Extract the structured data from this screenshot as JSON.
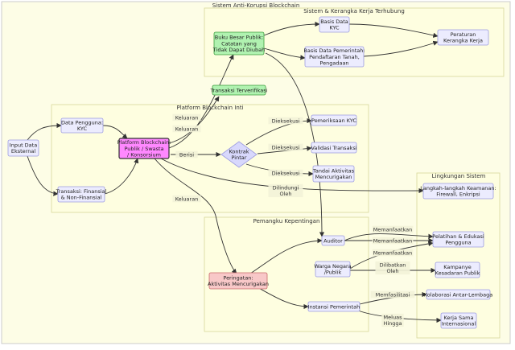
{
  "title": "Sistem Anti-Korupsi Blockchain",
  "clusters": {
    "kerangka": "Sistem & Kerangka Kerja Terhubung",
    "platform": "Platform Blockchain Inti",
    "pemangku": "Pemangku Kepentingan",
    "lingkungan": "Lingkungan Sistem"
  },
  "nodes": {
    "input": [
      "Input Data",
      "Eksternal"
    ],
    "data_pengguna": [
      "Data Pengguna:",
      "KYC"
    ],
    "transaksi_fin": [
      "Transaksi: Finansial",
      "& Non-Finansial"
    ],
    "platform": [
      "Platform Blockchain:",
      "Publik / Swasta",
      "/ Konsorsium"
    ],
    "trans_verif": [
      "Transaksi Terverifikasi"
    ],
    "buku_besar": [
      "Buku Besar Publik:",
      "Catatan yang",
      "Tidak Dapat Diubah"
    ],
    "basis_kyc": [
      "Basis Data",
      "KYC"
    ],
    "basis_pemerintah": [
      "Basis Data Pemerintah:",
      "Pendaftaran Tanah,",
      "Pengadaan"
    ],
    "peraturan": [
      "Peraturan",
      "Kerangka Kerja"
    ],
    "kontrak": [
      "Kontrak",
      "Pintar"
    ],
    "pemeriksaan_kyc": [
      "Pemeriksaan KYC"
    ],
    "validasi": [
      "Validasi Transaksi"
    ],
    "tandai": [
      "Tandai Aktivitas",
      "Mencurigakan"
    ],
    "langkah": [
      "Langkah-langkah Keamanan:",
      "Firewall, Enkripsi"
    ],
    "peringatan": [
      "Peringatan:",
      "Aktivitas Mencurigakan"
    ],
    "auditor": [
      "Auditor"
    ],
    "warga": [
      "Warga Negara",
      "/Publik"
    ],
    "instansi": [
      "Instansi Pemerintah"
    ],
    "pelatihan": [
      "Pelatihan & Edukasi",
      "Pengguna"
    ],
    "kampanye": [
      "Kampanye",
      "Kesadaran Publik"
    ],
    "kolaborasi": [
      "Kolaborasi Antar-Lembaga"
    ],
    "kerja_sama": [
      "Kerja Sama",
      "Internasional"
    ]
  },
  "edge_labels": {
    "keluaran1": [
      "Keluaran"
    ],
    "keluaran2": [
      "Keluaran"
    ],
    "keluaran3": [
      "Keluaran"
    ],
    "berisi": [
      "Berisi"
    ],
    "dieksekusi1": [
      "Dieksekusi"
    ],
    "dieksekusi2": [
      "Dieksekusi"
    ],
    "dieksekusi3": [
      "Dieksekusi"
    ],
    "dilindungi": [
      "Dilindungi",
      "Oleh"
    ],
    "memanfaatkan1": [
      "Memanfaatkan"
    ],
    "memanfaatkan2": [
      "Memanfaatkan"
    ],
    "memanfaatkan3": [
      "Memanfaatkan"
    ],
    "dilibatkan": [
      "Dilibatkan",
      "Oleh"
    ],
    "memfasilitasi": [
      "Memfasilitasi"
    ],
    "meluas": [
      "Meluas",
      "Hingga"
    ]
  },
  "colors": {
    "background": "#fdfde6",
    "cluster_bg": "#fefee0",
    "cluster_border": "#d7d79a",
    "node_default": "#ececfe",
    "node_border": "#9c9ce0",
    "platform_fill": "#ff88ff",
    "platform_border": "#333333",
    "green_fill": "#b0f2b0",
    "green_border": "#3c9c3c",
    "red_fill": "#f8c8c8",
    "red_border": "#c86a6a",
    "diamond_fill": "#d8d8fc"
  }
}
